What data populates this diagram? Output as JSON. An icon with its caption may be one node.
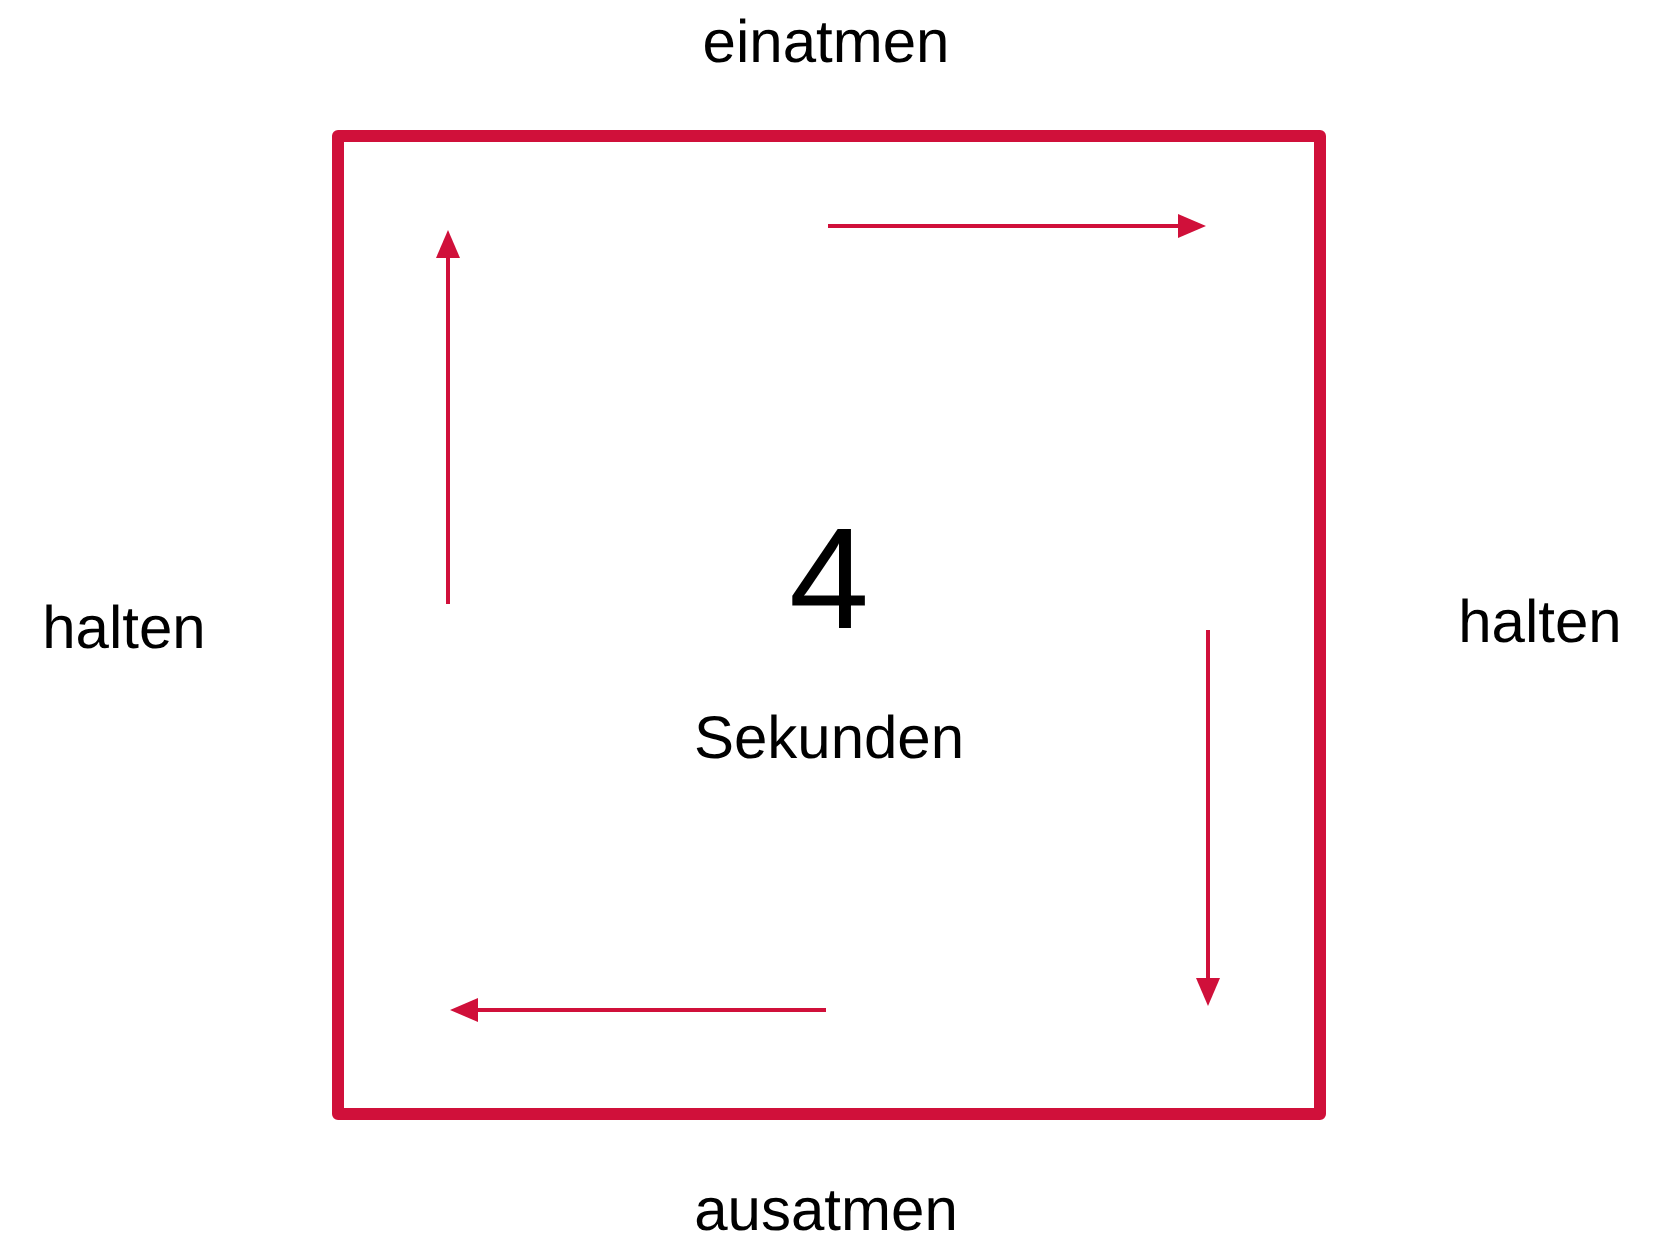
{
  "diagram": {
    "nodes": [
      {
        "text": [
          "4",
          "Sekunden"
        ]
      }
    ],
    "labels": [
      "einatmen",
      "halten",
      "halten",
      "ausatmen"
    ]
  }
}
